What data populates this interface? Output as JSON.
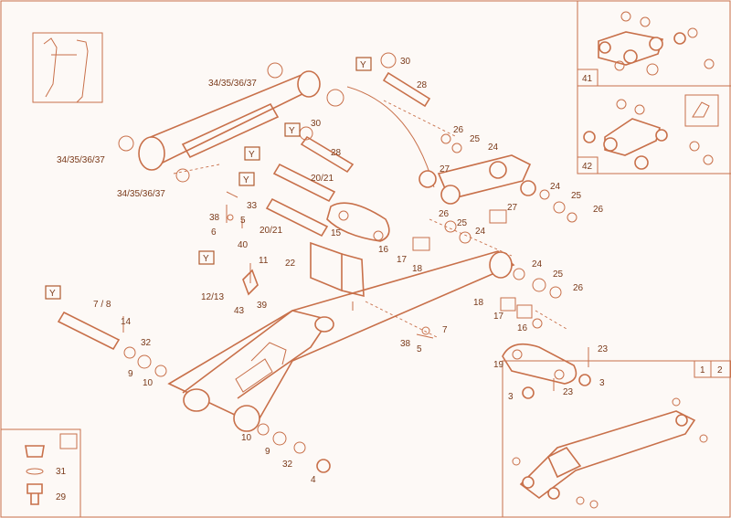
{
  "callouts": [
    {
      "id": "c30a",
      "text": "30"
    },
    {
      "id": "c28a",
      "text": "28"
    },
    {
      "id": "c343536a",
      "text": "34/35/36/37"
    },
    {
      "id": "c343536b",
      "text": "34/35/36/37"
    },
    {
      "id": "c343536c",
      "text": "34/35/36/37"
    },
    {
      "id": "c30b",
      "text": "30"
    },
    {
      "id": "c28b",
      "text": "28"
    },
    {
      "id": "c2021a",
      "text": "20/21"
    },
    {
      "id": "c2021b",
      "text": "20/21"
    },
    {
      "id": "c33",
      "text": "33"
    },
    {
      "id": "c38a",
      "text": "38"
    },
    {
      "id": "c5a",
      "text": "5"
    },
    {
      "id": "c6",
      "text": "6"
    },
    {
      "id": "c40",
      "text": "40"
    },
    {
      "id": "c15",
      "text": "15"
    },
    {
      "id": "c26a",
      "text": "26"
    },
    {
      "id": "c25a",
      "text": "25"
    },
    {
      "id": "c24a",
      "text": "24"
    },
    {
      "id": "c27a",
      "text": "27"
    },
    {
      "id": "c24b",
      "text": "24"
    },
    {
      "id": "c25b",
      "text": "25"
    },
    {
      "id": "c26b",
      "text": "26"
    },
    {
      "id": "c27b",
      "text": "27"
    },
    {
      "id": "c26c",
      "text": "26"
    },
    {
      "id": "c25c",
      "text": "25"
    },
    {
      "id": "c24c",
      "text": "24"
    },
    {
      "id": "c16a",
      "text": "16"
    },
    {
      "id": "c17a",
      "text": "17"
    },
    {
      "id": "c18a",
      "text": "18"
    },
    {
      "id": "c22",
      "text": "22"
    },
    {
      "id": "c11",
      "text": "11"
    },
    {
      "id": "c1213",
      "text": "12/13"
    },
    {
      "id": "c43",
      "text": "43"
    },
    {
      "id": "c39",
      "text": "39"
    },
    {
      "id": "c78",
      "text": "7 / 8"
    },
    {
      "id": "c14",
      "text": "14"
    },
    {
      "id": "c32a",
      "text": "32"
    },
    {
      "id": "c9a",
      "text": "9"
    },
    {
      "id": "c10a",
      "text": "10"
    },
    {
      "id": "c24d",
      "text": "24"
    },
    {
      "id": "c25d",
      "text": "25"
    },
    {
      "id": "c26d",
      "text": "26"
    },
    {
      "id": "c18b",
      "text": "18"
    },
    {
      "id": "c17b",
      "text": "17"
    },
    {
      "id": "c16b",
      "text": "16"
    },
    {
      "id": "c7",
      "text": "7"
    },
    {
      "id": "c38b",
      "text": "38"
    },
    {
      "id": "c5b",
      "text": "5"
    },
    {
      "id": "c19",
      "text": "19"
    },
    {
      "id": "c23a",
      "text": "23"
    },
    {
      "id": "c3a",
      "text": "3"
    },
    {
      "id": "c23b",
      "text": "23"
    },
    {
      "id": "c3b",
      "text": "3"
    },
    {
      "id": "c10b",
      "text": "10"
    },
    {
      "id": "c9b",
      "text": "9"
    },
    {
      "id": "c32b",
      "text": "32"
    },
    {
      "id": "c4",
      "text": "4"
    },
    {
      "id": "c31",
      "text": "31"
    },
    {
      "id": "c29",
      "text": "29"
    }
  ],
  "y_markers": [
    "Y",
    "Y",
    "Y",
    "Y",
    "Y",
    "Y"
  ],
  "panel_labels": {
    "p41": "41",
    "p42": "42",
    "p1": "1",
    "p2": "2"
  }
}
